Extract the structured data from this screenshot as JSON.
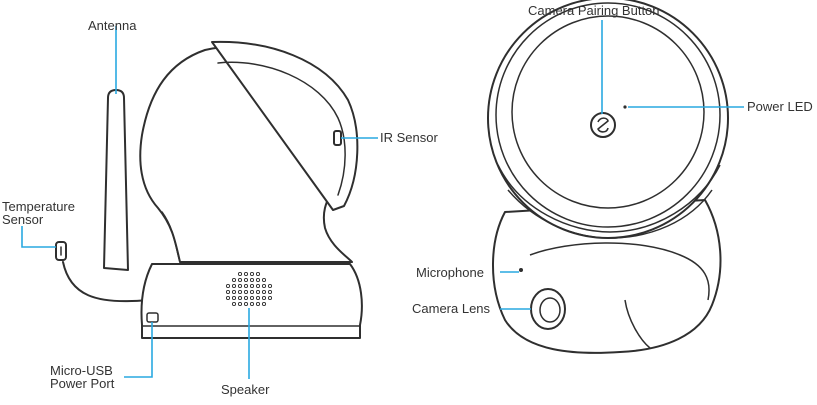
{
  "diagram": {
    "labels": {
      "antenna": "Antenna",
      "temperature_sensor_line1": "Temperature",
      "temperature_sensor_line2": "Sensor",
      "ir_sensor": "IR Sensor",
      "micro_usb_line1": "Micro-USB",
      "micro_usb_line2": "Power Port",
      "speaker": "Speaker",
      "camera_pairing_button": "Camera Pairing Button",
      "power_led": "Power LED",
      "microphone": "Microphone",
      "camera_lens": "Camera Lens"
    },
    "colors": {
      "callout_line": "#29a9e1",
      "outline": "#2f2f2f",
      "label_text": "#333333"
    }
  }
}
